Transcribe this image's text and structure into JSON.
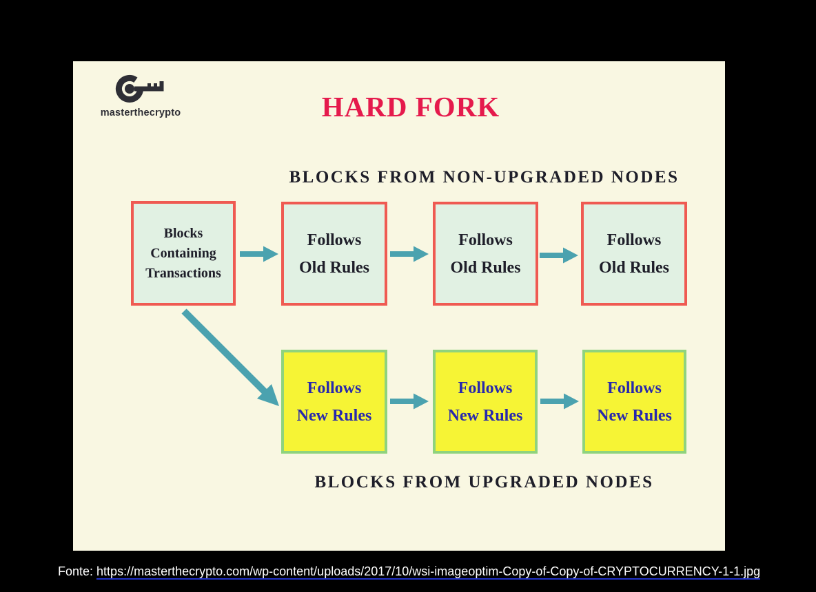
{
  "colors": {
    "page_bg": "#000000",
    "panel_bg": "#f9f7e2",
    "mint_fill": "#e1f1e3",
    "red_border": "#ef5a52",
    "yellow_fill": "#f6f435",
    "green_border": "#8fd37d",
    "arrow": "#4ba2af",
    "dark_text": "#1e1e29",
    "blue_text": "#2828ad",
    "title_red": "#e51a4c",
    "logo_ink": "#2e2e35",
    "footer_text": "#ffffff",
    "link_underline": "#2233cc"
  },
  "logo": {
    "brand": "masterthecrypto",
    "icon": "key-icon"
  },
  "title": {
    "text": "HARD FORK"
  },
  "headings": {
    "non_upgraded": "BLOCKS FROM NON-UPGRADED NODES",
    "upgraded": "BLOCKS FROM UPGRADED NODES"
  },
  "diagram": {
    "source_node": {
      "line1": "Blocks",
      "line2": "Containing",
      "line3": "Transactions"
    },
    "old_nodes": [
      {
        "line1": "Follows",
        "line2": "Old Rules"
      },
      {
        "line1": "Follows",
        "line2": "Old Rules"
      },
      {
        "line1": "Follows",
        "line2": "Old Rules"
      }
    ],
    "new_nodes": [
      {
        "line1": "Follows",
        "line2": "New Rules"
      },
      {
        "line1": "Follows",
        "line2": "New Rules"
      },
      {
        "line1": "Follows",
        "line2": "New Rules"
      }
    ],
    "edges": [
      {
        "from": "blocks-containing-transactions",
        "to": "follows-old-rules-1"
      },
      {
        "from": "follows-old-rules-1",
        "to": "follows-old-rules-2"
      },
      {
        "from": "follows-old-rules-2",
        "to": "follows-old-rules-3"
      },
      {
        "from": "blocks-containing-transactions",
        "to": "follows-new-rules-1"
      },
      {
        "from": "follows-new-rules-1",
        "to": "follows-new-rules-2"
      },
      {
        "from": "follows-new-rules-2",
        "to": "follows-new-rules-3"
      }
    ]
  },
  "footer": {
    "prefix": "Fonte:",
    "url": "https://masterthecrypto.com/wp-content/uploads/2017/10/wsi-imageoptim-Copy-of-Copy-of-CRYPTOCURRENCY-1-1.jpg"
  }
}
